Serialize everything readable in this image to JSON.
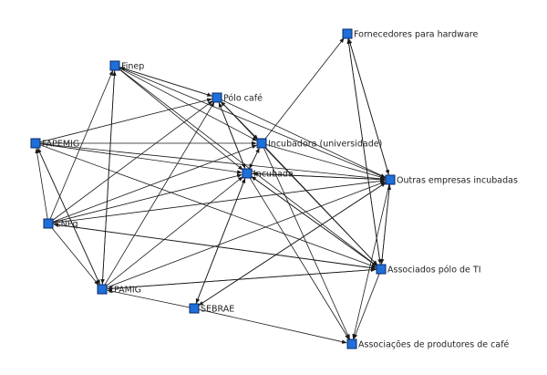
{
  "diagram": {
    "type": "directed-network",
    "node_color": "#1e6fd9",
    "edge_color": "#1a1a1a",
    "nodes": [
      {
        "id": "finep",
        "label": "Finep"
      },
      {
        "id": "polo_cafe",
        "label": "Pólo café"
      },
      {
        "id": "fapemig",
        "label": "FAPEMIG"
      },
      {
        "id": "incubadora",
        "label": "Incubadora (universidade)"
      },
      {
        "id": "incubada",
        "label": "Incubada"
      },
      {
        "id": "cnpq",
        "label": "CNPq"
      },
      {
        "id": "epamig",
        "label": "EPAMIG"
      },
      {
        "id": "sebrae",
        "label": "SEBRAE"
      },
      {
        "id": "fornecedores",
        "label": "Fornecedores para hardware"
      },
      {
        "id": "outras",
        "label": "Outras empresas incubadas"
      },
      {
        "id": "associados",
        "label": "Associados pólo de TI"
      },
      {
        "id": "associacoes",
        "label": "Associações de produtores de café"
      }
    ],
    "edges": [
      [
        "finep",
        "polo_cafe"
      ],
      [
        "finep",
        "incubadora"
      ],
      [
        "finep",
        "incubada"
      ],
      [
        "finep",
        "outras"
      ],
      [
        "finep",
        "associados"
      ],
      [
        "finep",
        "epamig"
      ],
      [
        "polo_cafe",
        "finep"
      ],
      [
        "polo_cafe",
        "incubadora"
      ],
      [
        "polo_cafe",
        "incubada"
      ],
      [
        "polo_cafe",
        "outras"
      ],
      [
        "polo_cafe",
        "associados"
      ],
      [
        "fapemig",
        "polo_cafe"
      ],
      [
        "fapemig",
        "incubadora"
      ],
      [
        "fapemig",
        "incubada"
      ],
      [
        "fapemig",
        "outras"
      ],
      [
        "fapemig",
        "associados"
      ],
      [
        "fapemig",
        "epamig"
      ],
      [
        "incubadora",
        "incubada"
      ],
      [
        "incubadora",
        "outras"
      ],
      [
        "incubadora",
        "associados"
      ],
      [
        "incubadora",
        "fornecedores"
      ],
      [
        "incubadora",
        "associacoes"
      ],
      [
        "incubadora",
        "polo_cafe"
      ],
      [
        "incubada",
        "incubadora"
      ],
      [
        "incubada",
        "outras"
      ],
      [
        "incubada",
        "associados"
      ],
      [
        "incubada",
        "sebrae"
      ],
      [
        "incubada",
        "associacoes"
      ],
      [
        "incubada",
        "polo_cafe"
      ],
      [
        "cnpq",
        "finep"
      ],
      [
        "cnpq",
        "fapemig"
      ],
      [
        "cnpq",
        "polo_cafe"
      ],
      [
        "cnpq",
        "incubadora"
      ],
      [
        "cnpq",
        "incubada"
      ],
      [
        "cnpq",
        "outras"
      ],
      [
        "cnpq",
        "associados"
      ],
      [
        "cnpq",
        "epamig"
      ],
      [
        "epamig",
        "finep"
      ],
      [
        "epamig",
        "polo_cafe"
      ],
      [
        "epamig",
        "incubada"
      ],
      [
        "epamig",
        "outras"
      ],
      [
        "epamig",
        "associados"
      ],
      [
        "epamig",
        "fapemig"
      ],
      [
        "sebrae",
        "incubada"
      ],
      [
        "sebrae",
        "outras"
      ],
      [
        "sebrae",
        "associacoes"
      ],
      [
        "sebrae",
        "epamig"
      ],
      [
        "fornecedores",
        "outras"
      ],
      [
        "fornecedores",
        "associados"
      ],
      [
        "outras",
        "associados"
      ],
      [
        "outras",
        "incubada"
      ],
      [
        "outras",
        "sebrae"
      ],
      [
        "outras",
        "fornecedores"
      ],
      [
        "outras",
        "associacoes"
      ],
      [
        "associados",
        "outras"
      ],
      [
        "associados",
        "fornecedores"
      ],
      [
        "associados",
        "incubada"
      ],
      [
        "associados",
        "associacoes"
      ],
      [
        "associados",
        "epamig"
      ],
      [
        "associados",
        "cnpq"
      ]
    ]
  }
}
